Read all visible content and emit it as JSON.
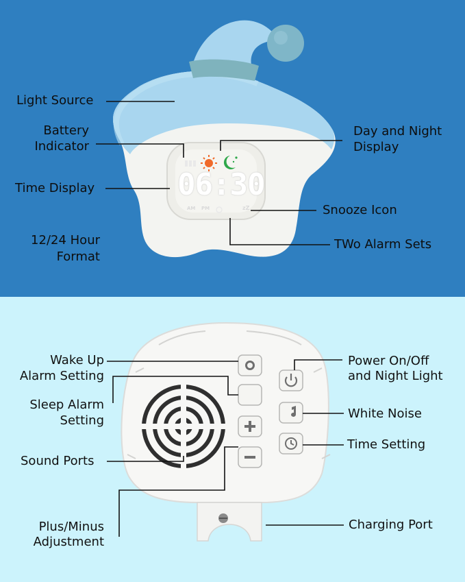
{
  "top_panel": {
    "labels": {
      "light_source": "Light Source",
      "battery_1": "Battery",
      "battery_2": "Indicator",
      "time_display": "Time Display",
      "format_1": "12/24 Hour",
      "format_2": "Format",
      "day_night_1": "Day and Night",
      "day_night_2": "Display",
      "snooze_icon": "Snooze Icon",
      "two_alarm": "TWo Alarm Sets"
    },
    "clock_screen": {
      "time": "06:30",
      "am": "AM",
      "pm": "PM",
      "zz": "zZ"
    }
  },
  "bottom_panel": {
    "labels": {
      "wake_up_1": "Wake Up",
      "wake_up_2": "Alarm Setting",
      "sleep_alarm_1": "Sleep Alarm",
      "sleep_alarm_2": "Setting",
      "sound_ports": "Sound Ports",
      "plus_minus_1": "Plus/Minus",
      "plus_minus_2": "Adjustment",
      "power_1": "Power On/Off",
      "power_2": "and Night Light",
      "white_noise": "White Noise",
      "time_setting": "Time Setting",
      "charging_port": "Charging Port"
    }
  },
  "colors": {
    "top_bg": "#2f7fc0",
    "bottom_bg": "#ccf3fc",
    "hat": "#a9d6ef",
    "hat_band": "#7fb3bd",
    "pompom": "#7fb6c8",
    "star_body": "#f3f4f1",
    "screen": "#f1f1ec",
    "sun": "#f06a2a",
    "moon": "#2ea84a",
    "button": "#f5f5f2",
    "button_icon": "#6f6f6f"
  }
}
